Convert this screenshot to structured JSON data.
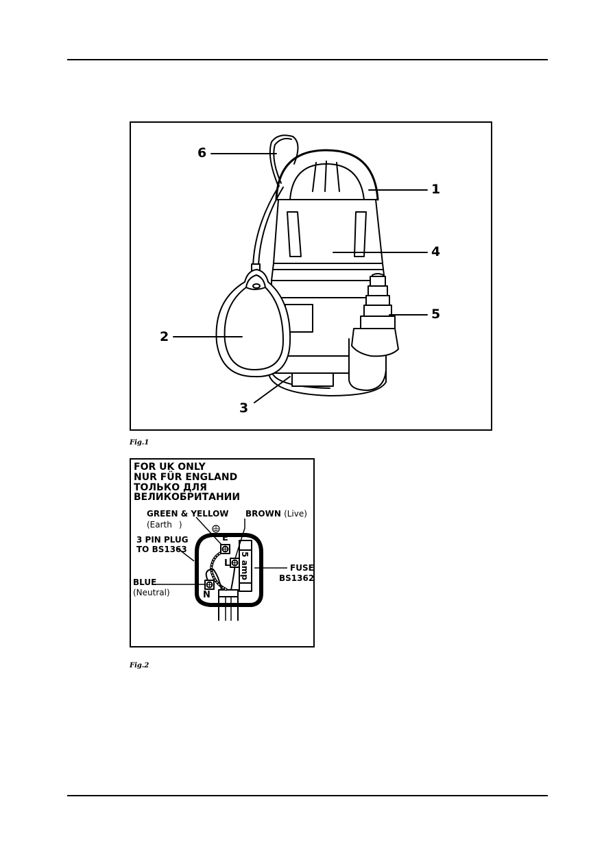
{
  "fig1": {
    "caption": "Fig.1",
    "callouts": {
      "c1": "1",
      "c2": "2",
      "c3": "3",
      "c4": "4",
      "c5": "5",
      "c6": "6"
    }
  },
  "fig2": {
    "caption": "Fig.2",
    "heading_line1": "FOR UK ONLY",
    "heading_line2": "NUR FÜR ENGLAND",
    "heading_line3": "ТОЛЬКО ДЛЯ ВЕЛИКОБРИТАНИИ",
    "green_yellow": "GREEN & YELLOW",
    "earth": "(Earth",
    "earth_close": ")",
    "brown": "BROWN",
    "live": "(Live)",
    "three_pin_line1": "3 PIN PLUG",
    "three_pin_line2": "TO BS1363",
    "fuse": "FUSE",
    "fuse_std": "BS1362",
    "blue": "BLUE",
    "neutral": "(Neutral)",
    "term_e": "E",
    "term_l": "L",
    "term_n": "N",
    "fuse_rating": "5 amp"
  }
}
